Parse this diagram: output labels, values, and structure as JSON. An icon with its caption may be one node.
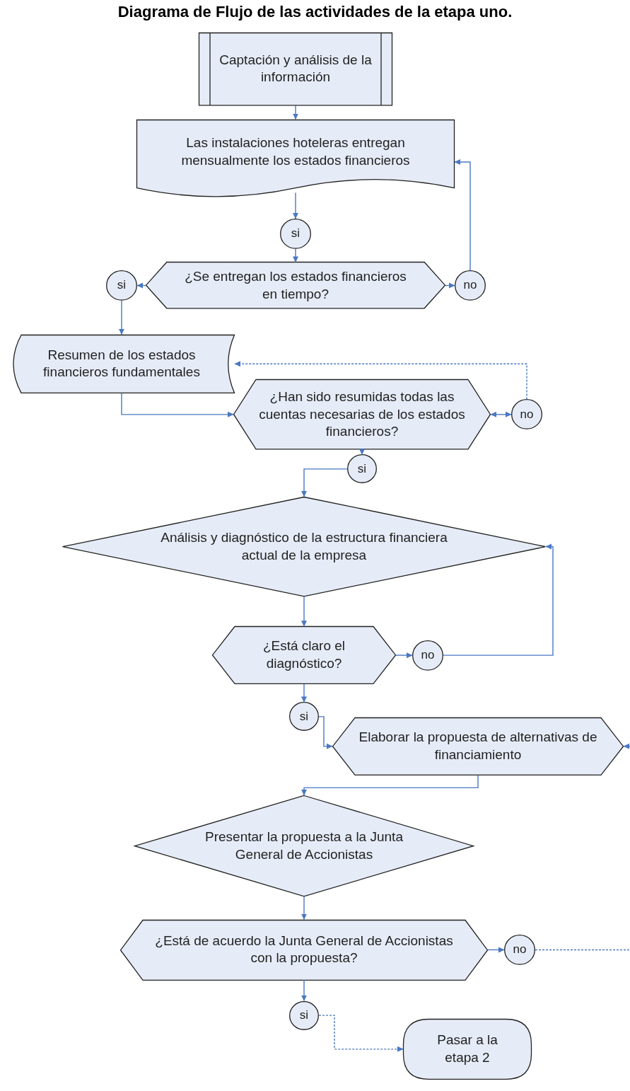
{
  "diagram": {
    "title": "Diagrama de Flujo de las actividades de la etapa uno.",
    "nodes": [
      {
        "text": [
          "Captación y análisis de la información"
        ]
      },
      {
        "text": [
          "Las instalaciones hoteleras entregan mensualmente los estados financieros"
        ]
      },
      {
        "text": [
          "si"
        ]
      },
      {
        "text": [
          "¿Se entregan los estados financieros en tiempo?"
        ]
      },
      {
        "text": [
          "si"
        ]
      },
      {
        "text": [
          "no"
        ]
      },
      {
        "text": [
          "Resumen de los estados financieros fundamentales"
        ]
      },
      {
        "text": [
          "¿Han sido resumidas todas las cuentas necesarias de los estados financieros?"
        ]
      },
      {
        "text": [
          "no"
        ]
      },
      {
        "text": [
          "si"
        ]
      },
      {
        "text": [
          "Análisis y diagnóstico de la estructura financiera actual de la empresa"
        ]
      },
      {
        "text": [
          "¿Está claro el diagnóstico?"
        ]
      },
      {
        "text": [
          "no"
        ]
      },
      {
        "text": [
          "si"
        ]
      },
      {
        "text": [
          "Elaborar la propuesta de alternativas de financiamiento"
        ]
      },
      {
        "text": [
          "Presentar la propuesta a la Junta General de Accionistas"
        ]
      },
      {
        "text": [
          "¿Está de acuerdo la Junta General de Accionistas con la propuesta?"
        ]
      },
      {
        "text": [
          "no"
        ]
      },
      {
        "text": [
          "si"
        ]
      },
      {
        "text": [
          "Pasar a la etapa 2"
        ]
      }
    ],
    "edges": [
      {
        "from": 0,
        "to": 1,
        "arrow": "to"
      },
      {
        "from": 1,
        "to": 2,
        "arrow": "to"
      },
      {
        "from": 2,
        "to": 3,
        "arrow": "to"
      },
      {
        "from": 3,
        "to": 4,
        "arrow": "to"
      },
      {
        "from": 3,
        "to": 5,
        "arrow": "to"
      },
      {
        "from": 5,
        "to": 1,
        "arrow": "to"
      },
      {
        "from": 4,
        "to": 6,
        "arrow": "to"
      },
      {
        "from": 6,
        "to": 7,
        "arrow": "to"
      },
      {
        "from": 7,
        "to": 8,
        "arrow": "both"
      },
      {
        "from": 8,
        "to": 6,
        "arrow": "to",
        "style": "dashed"
      },
      {
        "from": 7,
        "to": 9,
        "arrow": "to"
      },
      {
        "from": 9,
        "to": 10,
        "arrow": "to"
      },
      {
        "from": 10,
        "to": 11,
        "arrow": "to"
      },
      {
        "from": 11,
        "to": 12,
        "arrow": "to"
      },
      {
        "from": 12,
        "to": 10,
        "arrow": "to"
      },
      {
        "from": 11,
        "to": 13,
        "arrow": "to"
      },
      {
        "from": 13,
        "to": 14,
        "arrow": "to"
      },
      {
        "from": null,
        "to": 14,
        "arrow": "to"
      },
      {
        "from": 14,
        "to": 15,
        "arrow": "to"
      },
      {
        "from": 15,
        "to": 16,
        "arrow": "to"
      },
      {
        "from": 16,
        "to": 17,
        "arrow": "to"
      },
      {
        "from": 17,
        "to": null,
        "arrow": "none",
        "style": "dashed"
      },
      {
        "from": 16,
        "to": 18,
        "arrow": "to"
      },
      {
        "from": 18,
        "to": 19,
        "arrow": "to",
        "style": "dashed"
      }
    ]
  }
}
